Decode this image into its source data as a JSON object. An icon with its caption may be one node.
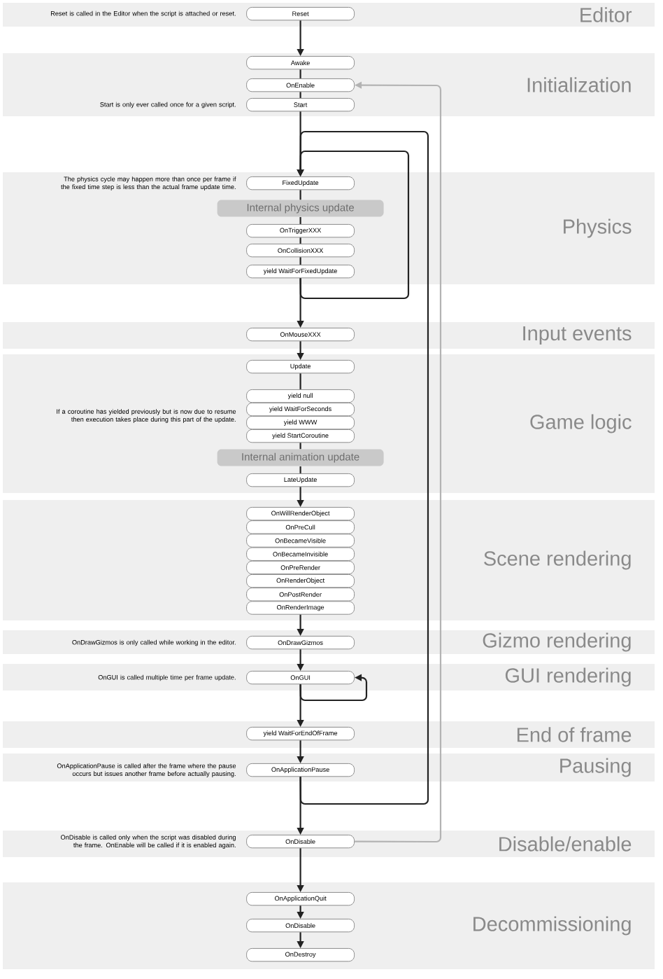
{
  "diagram": {
    "nodes": [
      {
        "text": [
          "Reset is called in the Editor when the script is attached or reset.",
          "Editor"
        ]
      },
      {
        "text": [
          "Reset"
        ],
        "in": 0
      },
      {
        "text": [
          "Start is only ever called once for a given script.",
          "Initialization"
        ]
      },
      {
        "text": [
          "Awake"
        ],
        "in": 2
      },
      {
        "text": [
          "OnEnable"
        ],
        "in": 2
      },
      {
        "text": [
          "Start"
        ],
        "in": 2
      },
      {
        "text": [
          "The physics cycle may happen more than once per frame if the fixed time step is less than the actual frame update time.",
          "Physics"
        ]
      },
      {
        "text": [
          "FixedUpdate"
        ],
        "in": 6
      },
      {
        "text": [
          "Internal physics update"
        ],
        "in": 6
      },
      {
        "text": [
          "OnTriggerXXX"
        ],
        "in": 6
      },
      {
        "text": [
          "OnCollisionXXX"
        ],
        "in": 6
      },
      {
        "text": [
          "yield WaitForFixedUpdate"
        ],
        "in": 6
      },
      {
        "text": [
          "Input events"
        ]
      },
      {
        "text": [
          "OnMouseXXX"
        ],
        "in": 12
      },
      {
        "text": [
          "If a coroutine has yielded previously but is now due to resume then execution takes place during this part of the update.",
          "Game logic"
        ]
      },
      {
        "text": [
          "Update"
        ],
        "in": 14
      },
      {
        "text": [
          "yield null"
        ],
        "in": 14
      },
      {
        "text": [
          "yield WaitForSeconds"
        ],
        "in": 14
      },
      {
        "text": [
          "yield WWW"
        ],
        "in": 14
      },
      {
        "text": [
          "yield StartCoroutine"
        ],
        "in": 14
      },
      {
        "text": [
          "Internal animation update"
        ],
        "in": 14
      },
      {
        "text": [
          "LateUpdate"
        ],
        "in": 14
      },
      {
        "text": [
          "Scene rendering"
        ]
      },
      {
        "text": [
          "OnWillRenderObject"
        ],
        "in": 22
      },
      {
        "text": [
          "OnPreCull"
        ],
        "in": 22
      },
      {
        "text": [
          "OnBecameVisible"
        ],
        "in": 22
      },
      {
        "text": [
          "OnBecameInvisible"
        ],
        "in": 22
      },
      {
        "text": [
          "OnPreRender"
        ],
        "in": 22
      },
      {
        "text": [
          "OnRenderObject"
        ],
        "in": 22
      },
      {
        "text": [
          "OnPostRender"
        ],
        "in": 22
      },
      {
        "text": [
          "OnRenderImage"
        ],
        "in": 22
      },
      {
        "text": [
          "OnDrawGizmos is only called while working in the editor.",
          "Gizmo rendering"
        ]
      },
      {
        "text": [
          "OnDrawGizmos"
        ],
        "in": 31
      },
      {
        "text": [
          "OnGUI is called multiple time per frame update.",
          "GUI rendering"
        ]
      },
      {
        "text": [
          "OnGUI"
        ],
        "in": 33
      },
      {
        "text": [
          "End of frame"
        ]
      },
      {
        "text": [
          "yield WaitForEndOfFrame"
        ],
        "in": 35
      },
      {
        "text": [
          "OnApplicationPause is called after the frame where the pause occurs but issues another frame before actually pausing.",
          "Pausing"
        ]
      },
      {
        "text": [
          "OnApplicationPause"
        ],
        "in": 37
      },
      {
        "text": [
          "OnDisable is called only when the script was disabled during the frame. OnEnable will be called if it is enabled again.",
          "Disable/enable"
        ]
      },
      {
        "text": [
          "OnDisable"
        ],
        "in": 39
      },
      {
        "text": [
          "Decommissioning"
        ]
      },
      {
        "text": [
          "OnApplicationQuit"
        ],
        "in": 41
      },
      {
        "text": [
          "OnDisable"
        ],
        "in": 41
      },
      {
        "text": [
          "OnDestroy"
        ],
        "in": 41
      }
    ],
    "edges": [
      {
        "from": 1,
        "to": 3,
        "arrow": "to"
      },
      {
        "from": 3,
        "to": 4,
        "arrow": "none"
      },
      {
        "from": 4,
        "to": 5,
        "arrow": "none"
      },
      {
        "from": 5,
        "to": 7,
        "arrow": "to"
      },
      {
        "from": 7,
        "to": 8,
        "arrow": "none"
      },
      {
        "from": 8,
        "to": 9,
        "arrow": "none"
      },
      {
        "from": 9,
        "to": 10,
        "arrow": "none"
      },
      {
        "from": 10,
        "to": 11,
        "arrow": "none"
      },
      {
        "from": 11,
        "to": 7,
        "arrow": "to"
      },
      {
        "from": 11,
        "to": 13,
        "arrow": "to"
      },
      {
        "from": 13,
        "to": 15,
        "arrow": "to"
      },
      {
        "from": 15,
        "to": 16,
        "arrow": "none"
      },
      {
        "from": 19,
        "to": 20,
        "arrow": "none"
      },
      {
        "from": 20,
        "to": 21,
        "arrow": "none"
      },
      {
        "from": 21,
        "to": 23,
        "arrow": "to"
      },
      {
        "from": 30,
        "to": 32,
        "arrow": "to"
      },
      {
        "from": 32,
        "to": 34,
        "arrow": "to"
      },
      {
        "from": 34,
        "to": 34,
        "arrow": "to"
      },
      {
        "from": 34,
        "to": 36,
        "arrow": "to"
      },
      {
        "from": 36,
        "to": 38,
        "arrow": "to"
      },
      {
        "from": 38,
        "to": 7,
        "arrow": "to"
      },
      {
        "from": 38,
        "to": 40,
        "arrow": "to"
      },
      {
        "from": 40,
        "to": 4,
        "arrow": "to",
        "color": "#b3b3b3"
      },
      {
        "from": 40,
        "to": 42,
        "arrow": "to"
      },
      {
        "from": 42,
        "to": 43,
        "arrow": "to"
      },
      {
        "from": 43,
        "to": 44,
        "arrow": "to"
      }
    ]
  }
}
